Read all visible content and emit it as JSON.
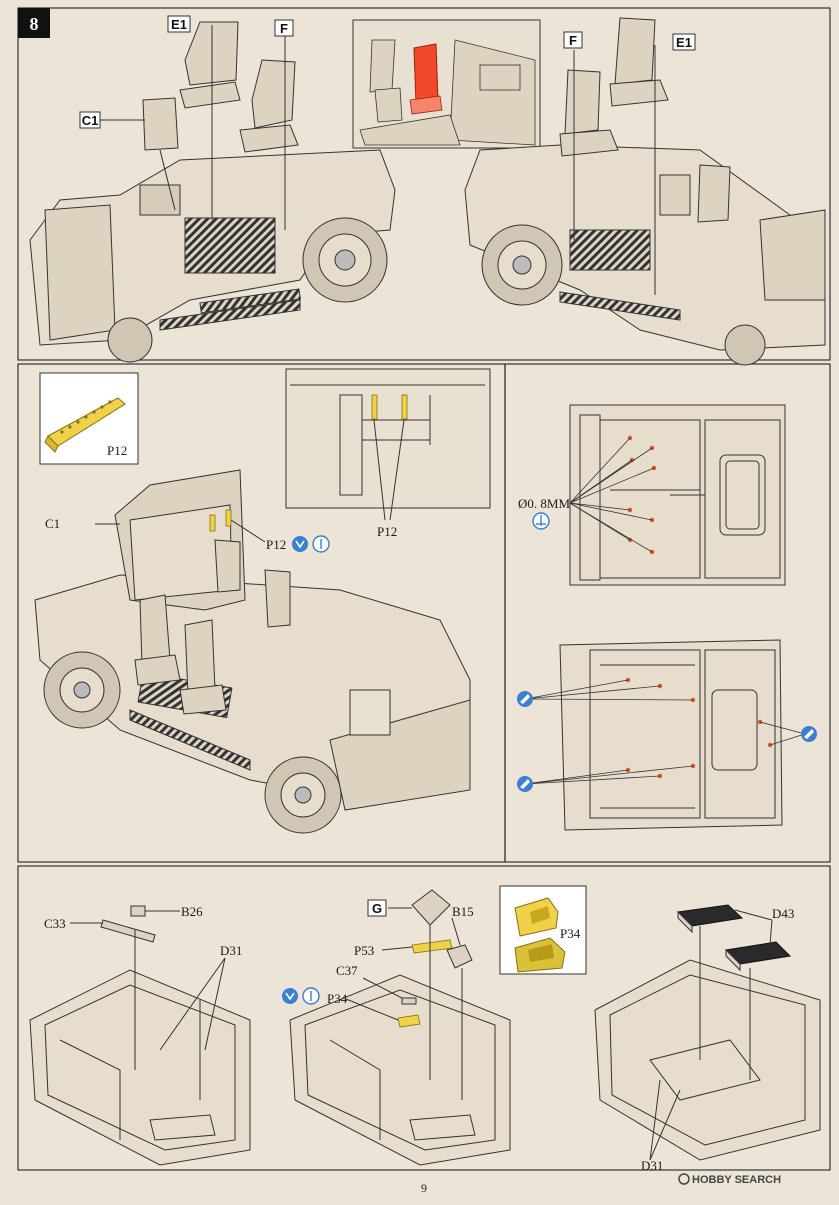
{
  "step": {
    "number": "8"
  },
  "labels": {
    "e1_left": "E1",
    "f_left": "F",
    "c1_top": "C1",
    "f_right": "F",
    "e1_right": "E1",
    "p12_inset": "P12",
    "c1_mid": "C1",
    "p12_main": "P12",
    "p12_detail": "P12",
    "drill": "Ø0. 8MM",
    "c33": "C33",
    "b26": "B26",
    "d31_left": "D31",
    "g": "G",
    "b15": "B15",
    "p53": "P53",
    "c37": "C37",
    "p34_main": "P34",
    "p34_inset": "P34",
    "d43": "D43",
    "d31_right": "D31"
  },
  "footer": {
    "page_number": "9",
    "watermark": "HOBBY SEARCH"
  },
  "colors": {
    "paper": "#ece4d6",
    "step_box": "#111111",
    "pe_part": "#f0d24a",
    "resin_part": "#d9c23a",
    "highlight_part": "#f04a2a",
    "symbol_blue": "#3a7fd0",
    "drill_dot": "#e0502a"
  }
}
